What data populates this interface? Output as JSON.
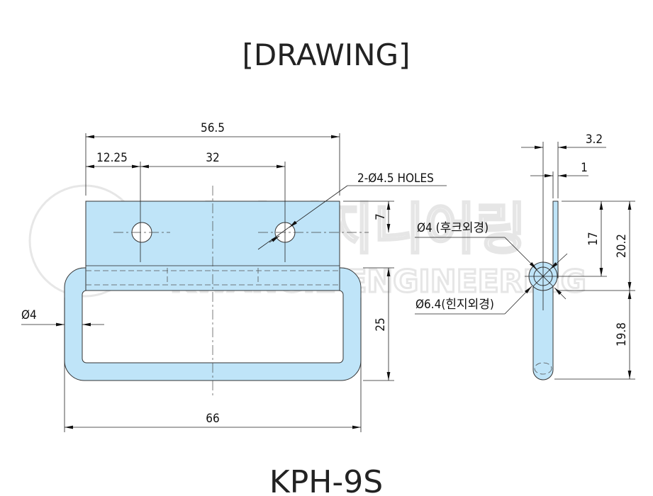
{
  "title": "[DRAWING]",
  "model": "KPH-9S",
  "watermark": {
    "korean": "광일엔지니어링",
    "english": "KWANGIL ENGINEERING"
  },
  "colors": {
    "part_fill": "#bfe4f8",
    "line": "#222222"
  },
  "dimensions": {
    "overall_plate_width": "56.5",
    "hole_offset": "12.25",
    "hole_pitch": "32",
    "holes_label": "2-Ø4.5 HOLES",
    "hole_height": "7",
    "ring_diameter": "Ø4",
    "ring_height": "25",
    "overall_width": "66",
    "side_thickness": "3.2",
    "plate_thickness": "1",
    "hook_label": "Ø4 (후크외경)",
    "hinge_label": "Ø6.4(힌지외경)",
    "upper_17": "17",
    "upper_20_2": "20.2",
    "lower_19_8": "19.8"
  }
}
